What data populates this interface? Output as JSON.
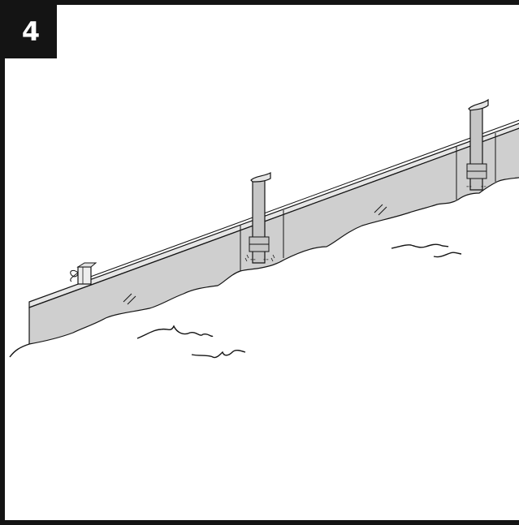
{
  "step": {
    "number": "4"
  },
  "illustration": {
    "icons": [
      "edging-strip",
      "support-stake",
      "corner-post",
      "grass-tuft",
      "ground-line",
      "tie-string"
    ],
    "colors": {
      "line": "#141414",
      "edging_face": "#cfcfcf",
      "edging_top": "#e6e6e6",
      "stake": "#c6c6c6",
      "background": "#ffffff"
    }
  }
}
